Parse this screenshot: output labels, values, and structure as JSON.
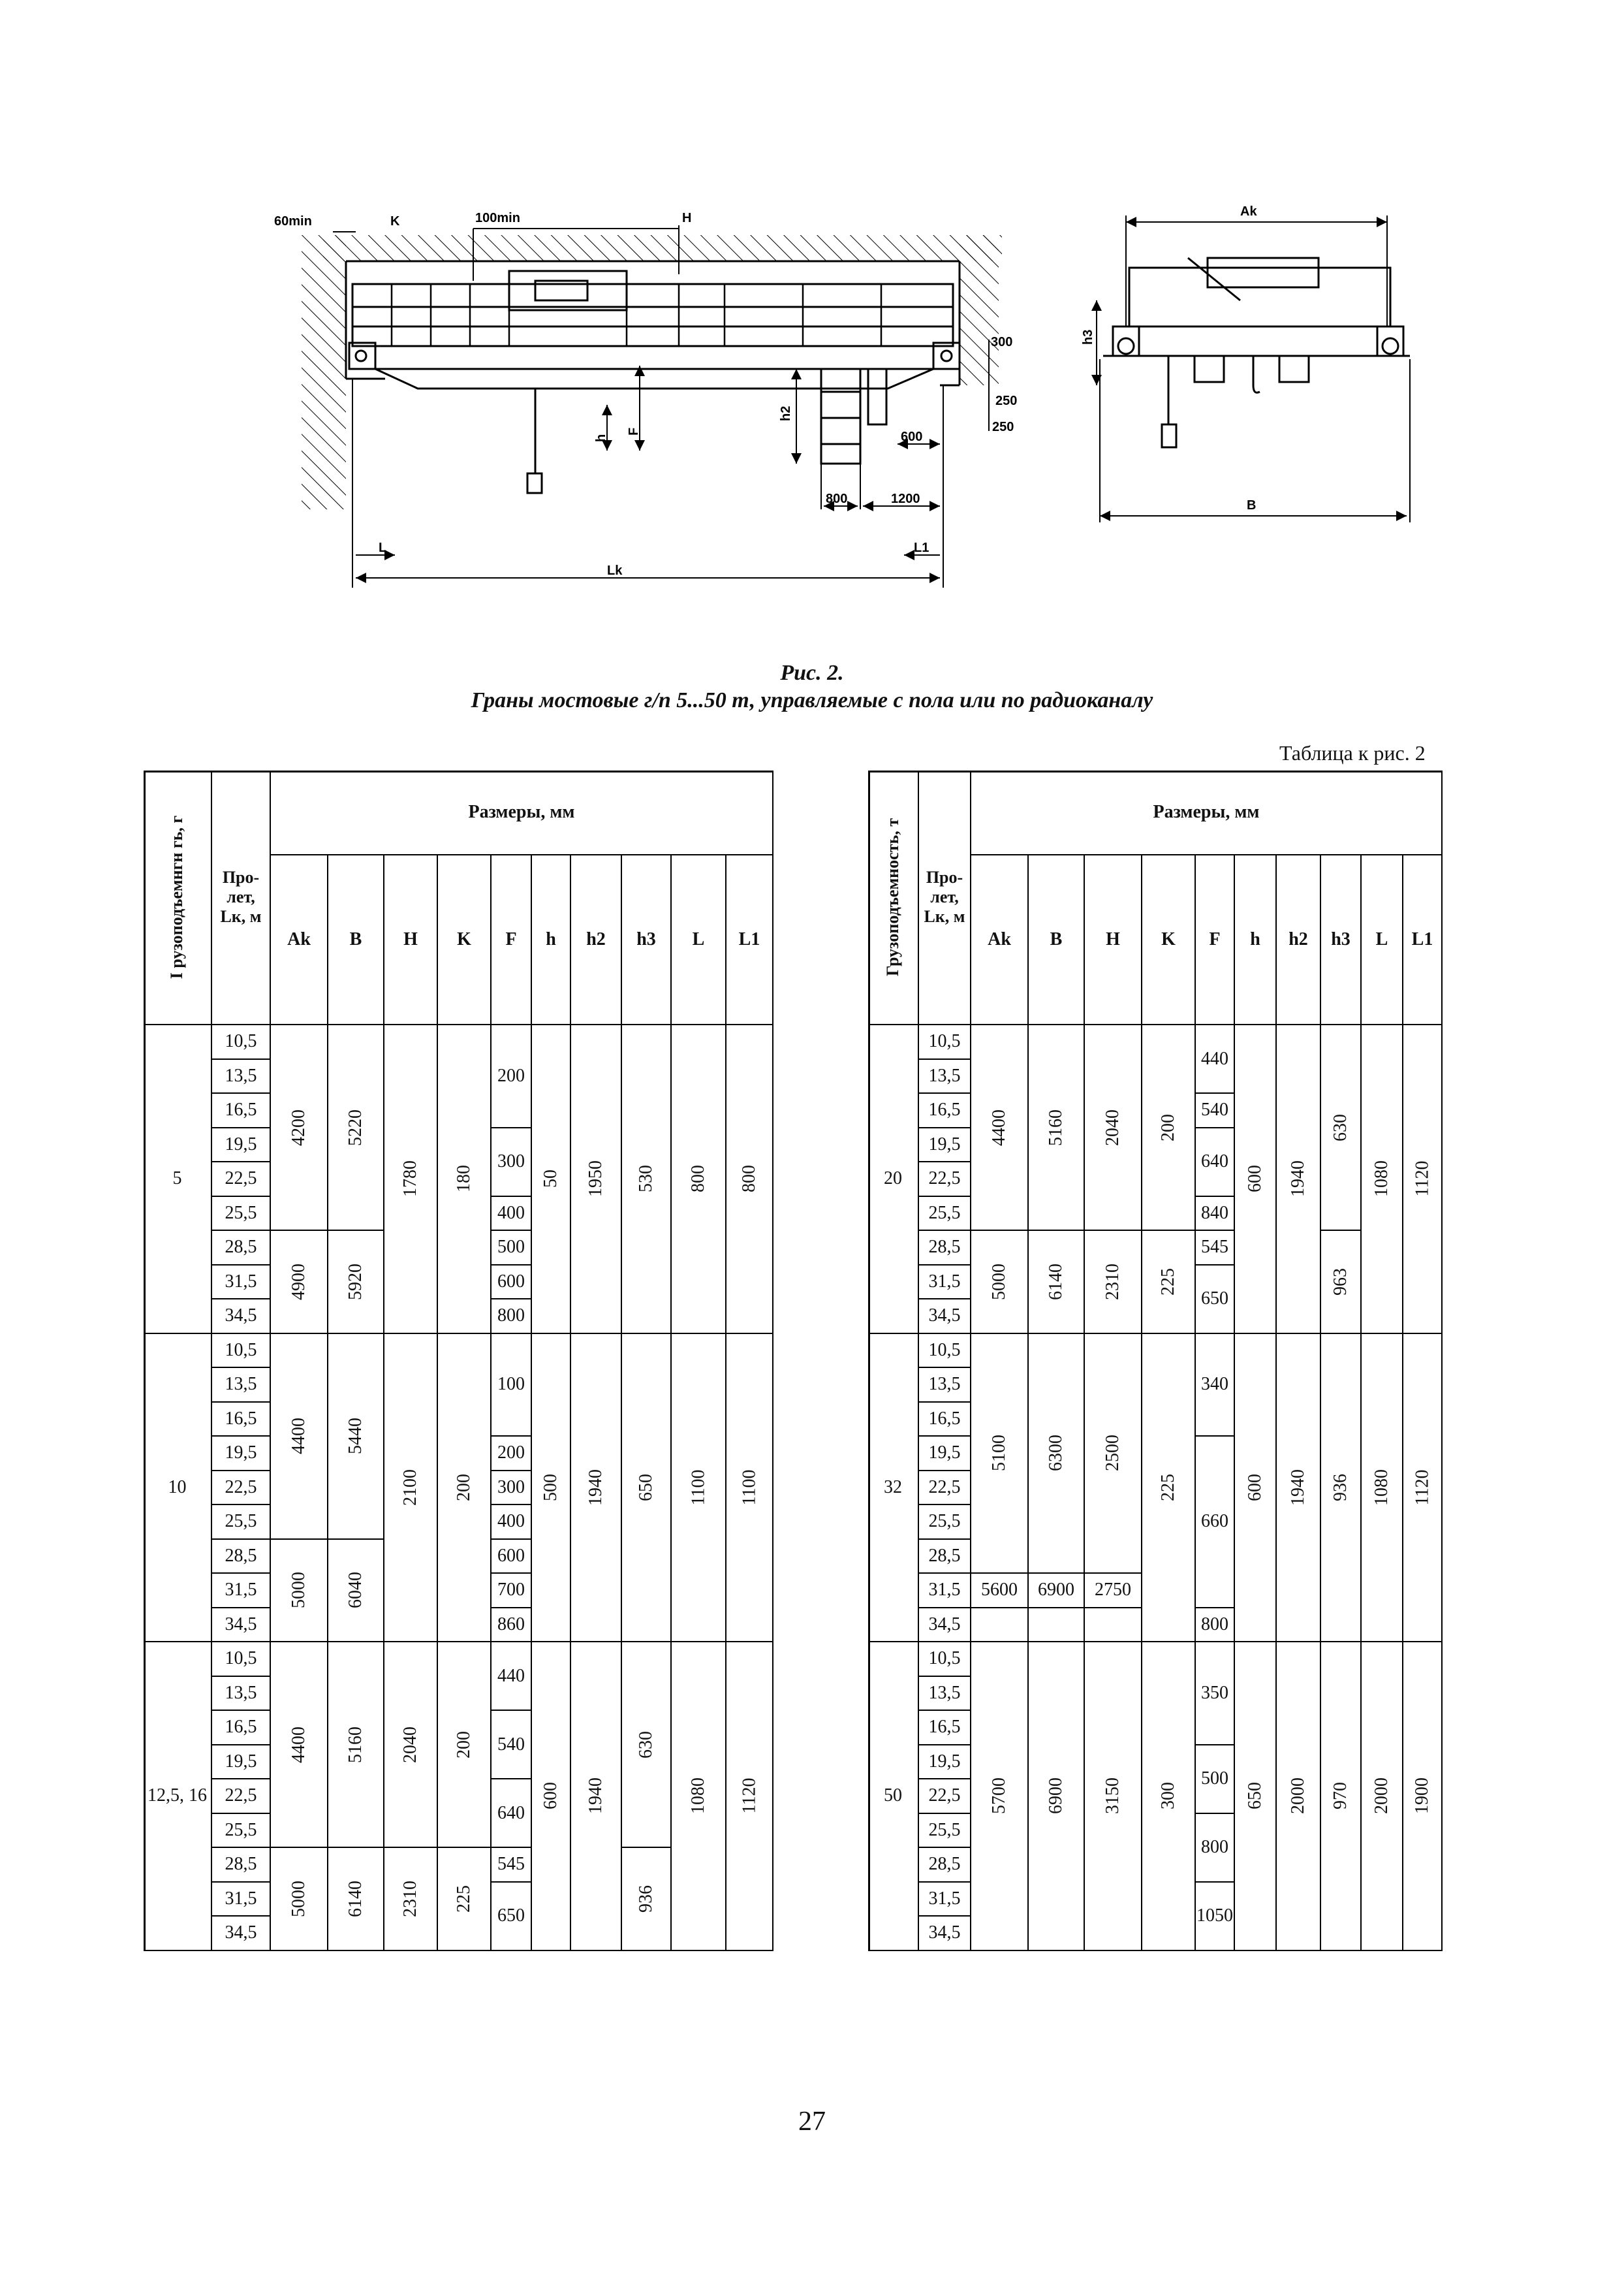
{
  "drawing": {
    "labels": {
      "min60": "60min",
      "k": "K",
      "min100": "100min",
      "h_top": "H",
      "ak": "Ak",
      "h3": "h3",
      "dim300": "300",
      "dim250a": "250",
      "dim250b": "250",
      "dim600": "600",
      "h2": "h2",
      "f": "F",
      "h": "h",
      "dim800": "800",
      "dim1200": "1200",
      "b": "B",
      "l": "L",
      "l1": "L1",
      "lk": "Lk"
    }
  },
  "caption": {
    "line1": "Рис. 2.",
    "line2": "Граны мостовые г/п 5...50 т, управляемые с пола или по радиоканалу"
  },
  "table_note": "Таблица к рис. 2",
  "table_headers": {
    "capacity_left": "I рузоподъемнгн гь, г",
    "capacity_right": "Грузоподъемность, т",
    "span": "Про-лет, Lк, м",
    "sizes": "Размеры, мм",
    "cols": [
      "Ak",
      "B",
      "H",
      "K",
      "F",
      "h",
      "h2",
      "h3",
      "L",
      "L1"
    ]
  },
  "spans": [
    "10,5",
    "13,5",
    "16,5",
    "19,5",
    "22,5",
    "25,5",
    "28,5",
    "31,5",
    "34,5"
  ],
  "left_table": {
    "groups": [
      {
        "capacity": "5",
        "ak": [
          "4200",
          "4900"
        ],
        "b": [
          "5220",
          "5920"
        ],
        "h": "1780",
        "k": "180",
        "f": [
          "200",
          "300",
          "400",
          "500",
          "600",
          "800"
        ],
        "h_": "50",
        "h2": "1950",
        "h3": "530",
        "l": "800",
        "l1": "800"
      },
      {
        "capacity": "10",
        "ak": [
          "4400",
          "5000"
        ],
        "b": [
          "5440",
          "6040"
        ],
        "h": "2100",
        "k": "200",
        "f": [
          "100",
          "200",
          "300",
          "400",
          "600",
          "700",
          "860"
        ],
        "h_": "500",
        "h2": "1940",
        "h3": "650",
        "l": "1100",
        "l1": "1100"
      },
      {
        "capacity": "12,5, 16",
        "ak": [
          "4400",
          "5000"
        ],
        "b": [
          "5160",
          "6140"
        ],
        "h": [
          "2040",
          "2310"
        ],
        "k": [
          "200",
          "225"
        ],
        "f": [
          "440",
          "540",
          "640",
          "545",
          "650"
        ],
        "h_": "600",
        "h2": "1940",
        "h3": [
          "630",
          "936"
        ],
        "l": "1080",
        "l1": "1120"
      }
    ]
  },
  "right_table": {
    "groups": [
      {
        "capacity": "20",
        "ak": [
          "4400",
          "5000"
        ],
        "b": [
          "5160",
          "6140"
        ],
        "h": [
          "2040",
          "2310"
        ],
        "k": [
          "200",
          "225"
        ],
        "f": [
          "440",
          "540",
          "640",
          "840",
          "545",
          "650"
        ],
        "h_": "600",
        "h2": "1940",
        "h3": [
          "630",
          "963"
        ],
        "l": "1080",
        "l1": "1120"
      },
      {
        "capacity": "32",
        "ak": [
          "5100",
          "5600"
        ],
        "b": [
          "6300",
          "6900"
        ],
        "h": [
          "2500",
          "2750"
        ],
        "k": "225",
        "f": [
          "340",
          "660",
          "800"
        ],
        "h_": "600",
        "h2": "1940",
        "h3": "936",
        "l": "1080",
        "l1": "1120"
      },
      {
        "capacity": "50",
        "ak": "5700",
        "b": "6900",
        "h": "3150",
        "k": "300",
        "f": [
          "350",
          "500",
          "800",
          "1050"
        ],
        "h_": "650",
        "h2": "2000",
        "h3": "970",
        "l": "2000",
        "l1": "1900"
      }
    ]
  },
  "page_number": "27"
}
